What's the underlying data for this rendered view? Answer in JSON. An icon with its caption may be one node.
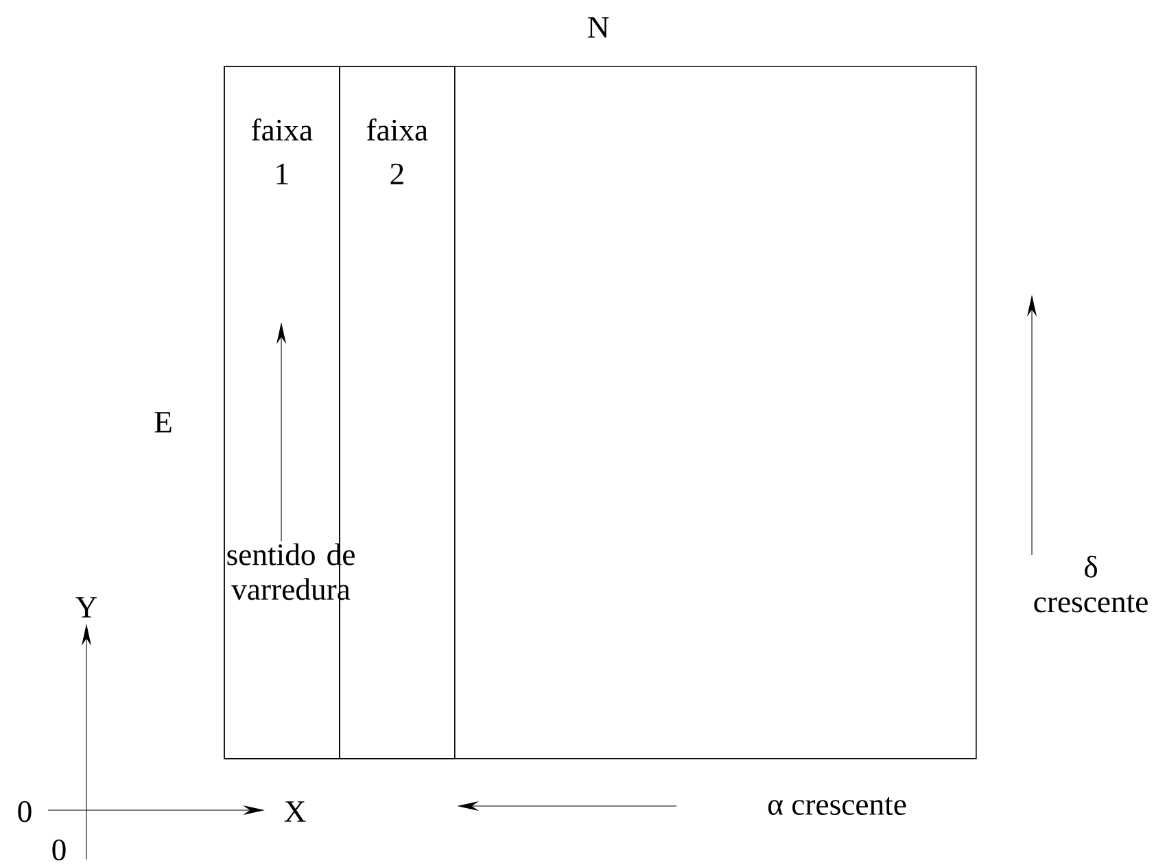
{
  "diagram": {
    "nodes": [
      {
        "text": [],
        "shape": "box"
      },
      {
        "text": [
          "faixa 1"
        ],
        "in": 0
      },
      {
        "text": [
          "faixa 2"
        ],
        "in": 0
      }
    ],
    "edges": [],
    "labels": [
      "N",
      "E",
      "sentido de varredura",
      "δ crescente",
      "Y",
      "0",
      "X",
      "0",
      "α  crescente"
    ]
  }
}
